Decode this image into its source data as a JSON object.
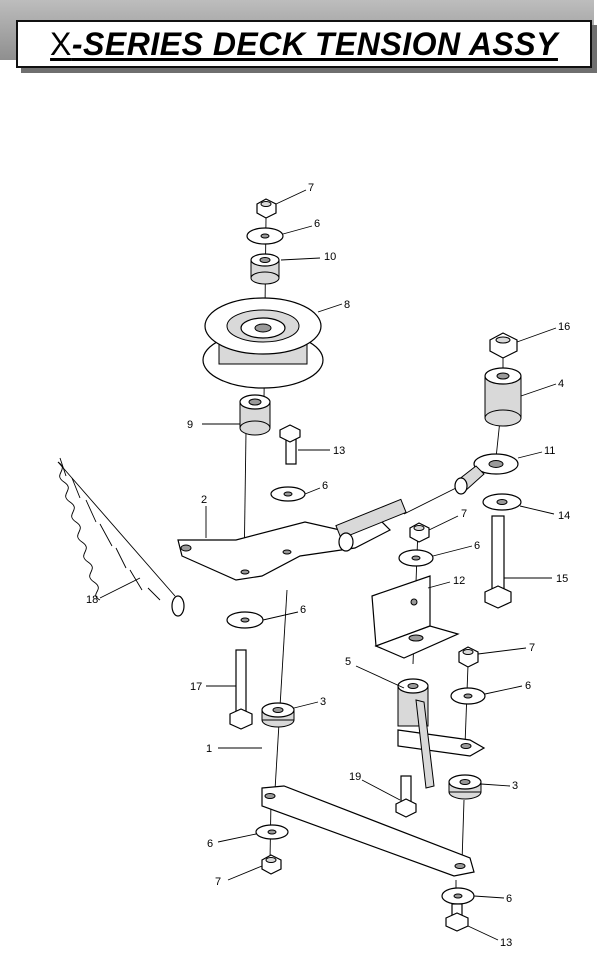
{
  "title": {
    "prefix": "X",
    "rest": "-SERIES DECK TENSION ASSY"
  },
  "callouts": [
    {
      "id": "c7a",
      "text": "7"
    },
    {
      "id": "c6a",
      "text": "6"
    },
    {
      "id": "c10",
      "text": "10"
    },
    {
      "id": "c8",
      "text": "8"
    },
    {
      "id": "c16",
      "text": "16"
    },
    {
      "id": "c4",
      "text": "4"
    },
    {
      "id": "c9",
      "text": "9"
    },
    {
      "id": "c13a",
      "text": "13"
    },
    {
      "id": "c11",
      "text": "11"
    },
    {
      "id": "c6b",
      "text": "6"
    },
    {
      "id": "c2",
      "text": "2"
    },
    {
      "id": "c7b",
      "text": "7"
    },
    {
      "id": "c14",
      "text": "14"
    },
    {
      "id": "c6c",
      "text": "6"
    },
    {
      "id": "c15",
      "text": "15"
    },
    {
      "id": "c12",
      "text": "12"
    },
    {
      "id": "c18",
      "text": "18"
    },
    {
      "id": "c6d",
      "text": "6"
    },
    {
      "id": "c7c",
      "text": "7"
    },
    {
      "id": "c5",
      "text": "5"
    },
    {
      "id": "c6e",
      "text": "6"
    },
    {
      "id": "c17",
      "text": "17"
    },
    {
      "id": "c3a",
      "text": "3"
    },
    {
      "id": "c1",
      "text": "1"
    },
    {
      "id": "c19",
      "text": "19"
    },
    {
      "id": "c3b",
      "text": "3"
    },
    {
      "id": "c6f",
      "text": "6"
    },
    {
      "id": "c7d",
      "text": "7"
    },
    {
      "id": "c6g",
      "text": "6"
    },
    {
      "id": "c13b",
      "text": "13"
    }
  ]
}
